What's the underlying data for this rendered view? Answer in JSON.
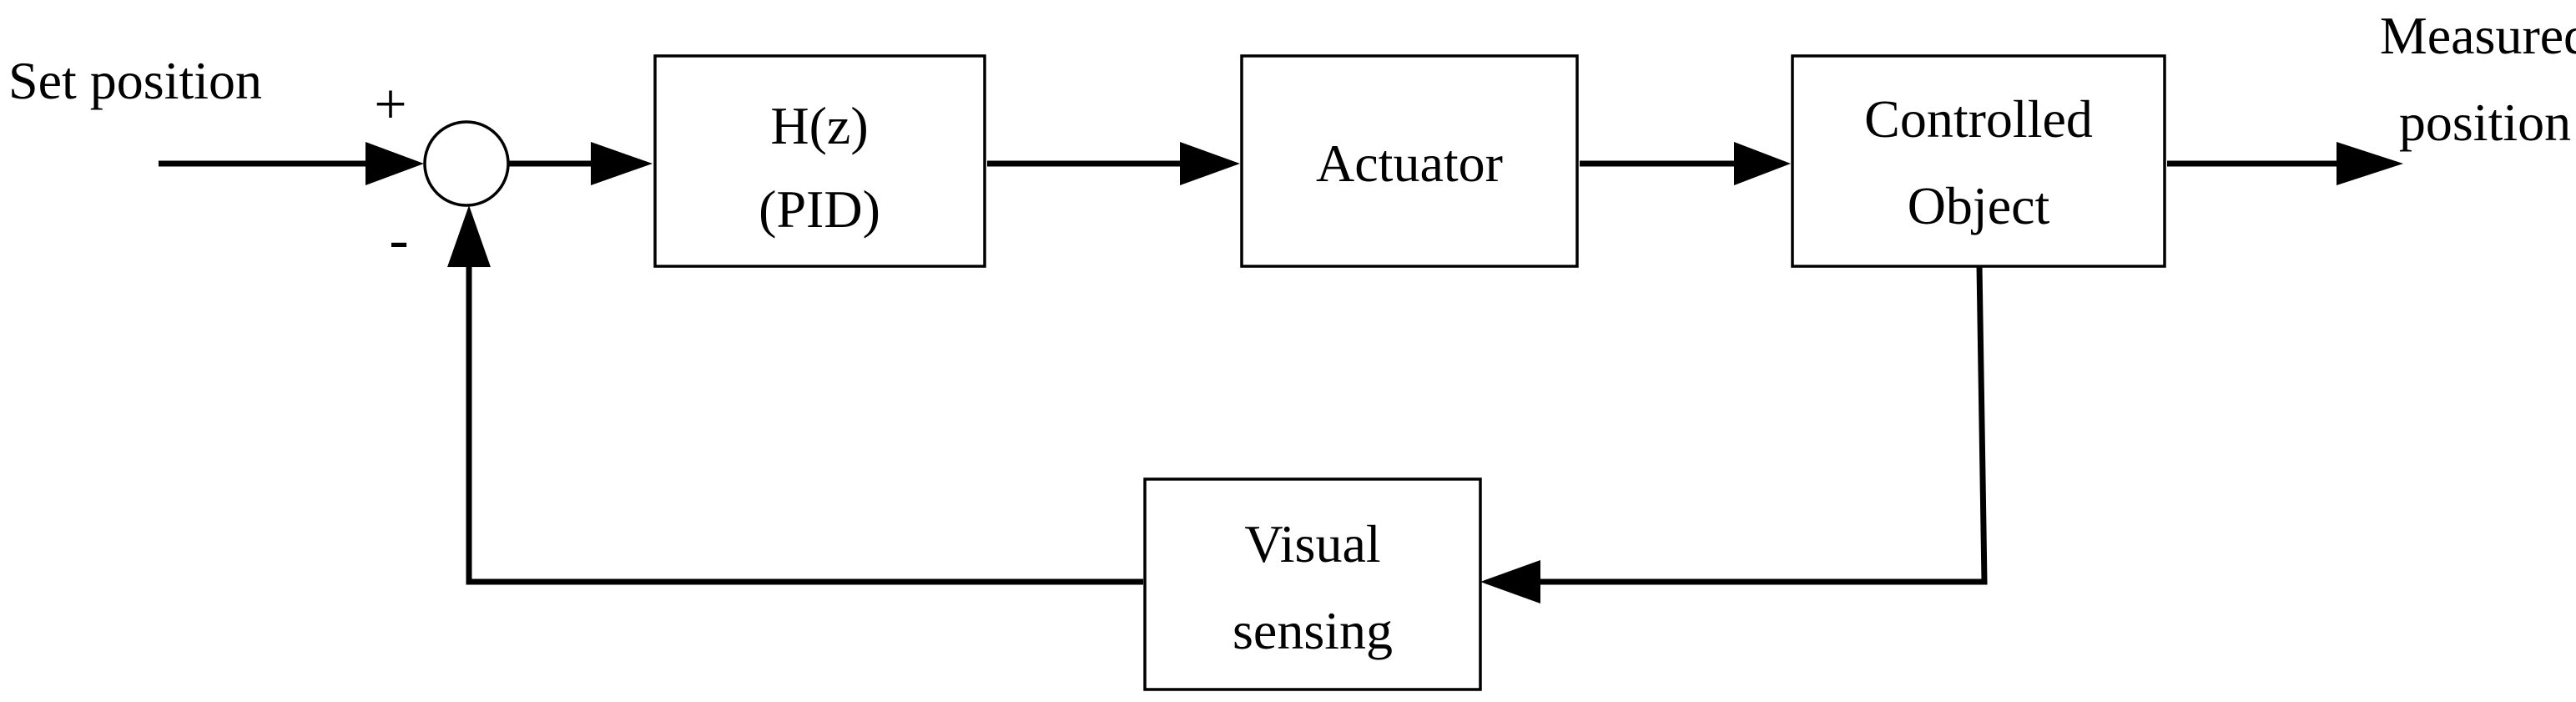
{
  "input_label": "Set position",
  "output_label": [
    "Measured",
    "position"
  ],
  "summing_junction": {
    "plus_sign": "+",
    "minus_sign": "-"
  },
  "blocks": {
    "controller": [
      "H(z)",
      "(PID)"
    ],
    "actuator": [
      "Actuator"
    ],
    "plant": [
      "Controlled",
      "Object"
    ],
    "feedback": [
      "Visual",
      "sensing"
    ]
  }
}
